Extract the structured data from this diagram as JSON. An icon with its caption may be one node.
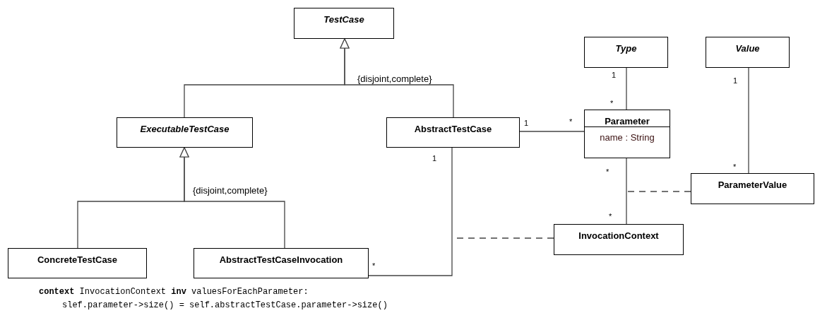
{
  "diagram": {
    "nodes": [
      {
        "text": [
          "TestCase"
        ]
      },
      {
        "text": [
          "ExecutableTestCase"
        ]
      },
      {
        "text": [
          "AbstractTestCase"
        ]
      },
      {
        "text": [
          "Type"
        ]
      },
      {
        "text": [
          "Value"
        ]
      },
      {
        "text": [
          "Parameter",
          "name : String"
        ]
      },
      {
        "text": [
          "ParameterValue"
        ]
      },
      {
        "text": [
          "InvocationContext"
        ]
      },
      {
        "text": [
          "ConcreteTestCase"
        ]
      },
      {
        "text": [
          "AbstractTestCaseInvocation"
        ]
      }
    ],
    "edges": [
      {
        "from": 1,
        "to": 0,
        "arrow": "to"
      },
      {
        "from": 2,
        "to": 0,
        "arrow": "to",
        "label": "{disjoint,complete}"
      },
      {
        "from": 8,
        "to": 1,
        "arrow": "to"
      },
      {
        "from": 9,
        "to": 1,
        "arrow": "to",
        "label": "{disjoint,complete}"
      },
      {
        "from": 2,
        "to": 5,
        "arrow": "none"
      },
      {
        "from": 3,
        "to": 5,
        "arrow": "none"
      },
      {
        "from": 4,
        "to": 6,
        "arrow": "none"
      },
      {
        "from": 5,
        "to": 7,
        "arrow": "none"
      },
      {
        "from": 2,
        "to": 9,
        "arrow": "none"
      },
      {
        "from": 6,
        "to": null,
        "arrow": "none",
        "style": "dashed"
      },
      {
        "from": 7,
        "to": null,
        "arrow": "none",
        "style": "dashed"
      }
    ],
    "labels": [
      "1",
      "1",
      "*",
      "1",
      "*",
      "1",
      "*",
      "*",
      "*",
      "*",
      "**context** InvocationContext **inv** valuesForEachParameter:",
      "slef.parameter->size() = self.abstractTestCase.parameter->size()"
    ]
  }
}
